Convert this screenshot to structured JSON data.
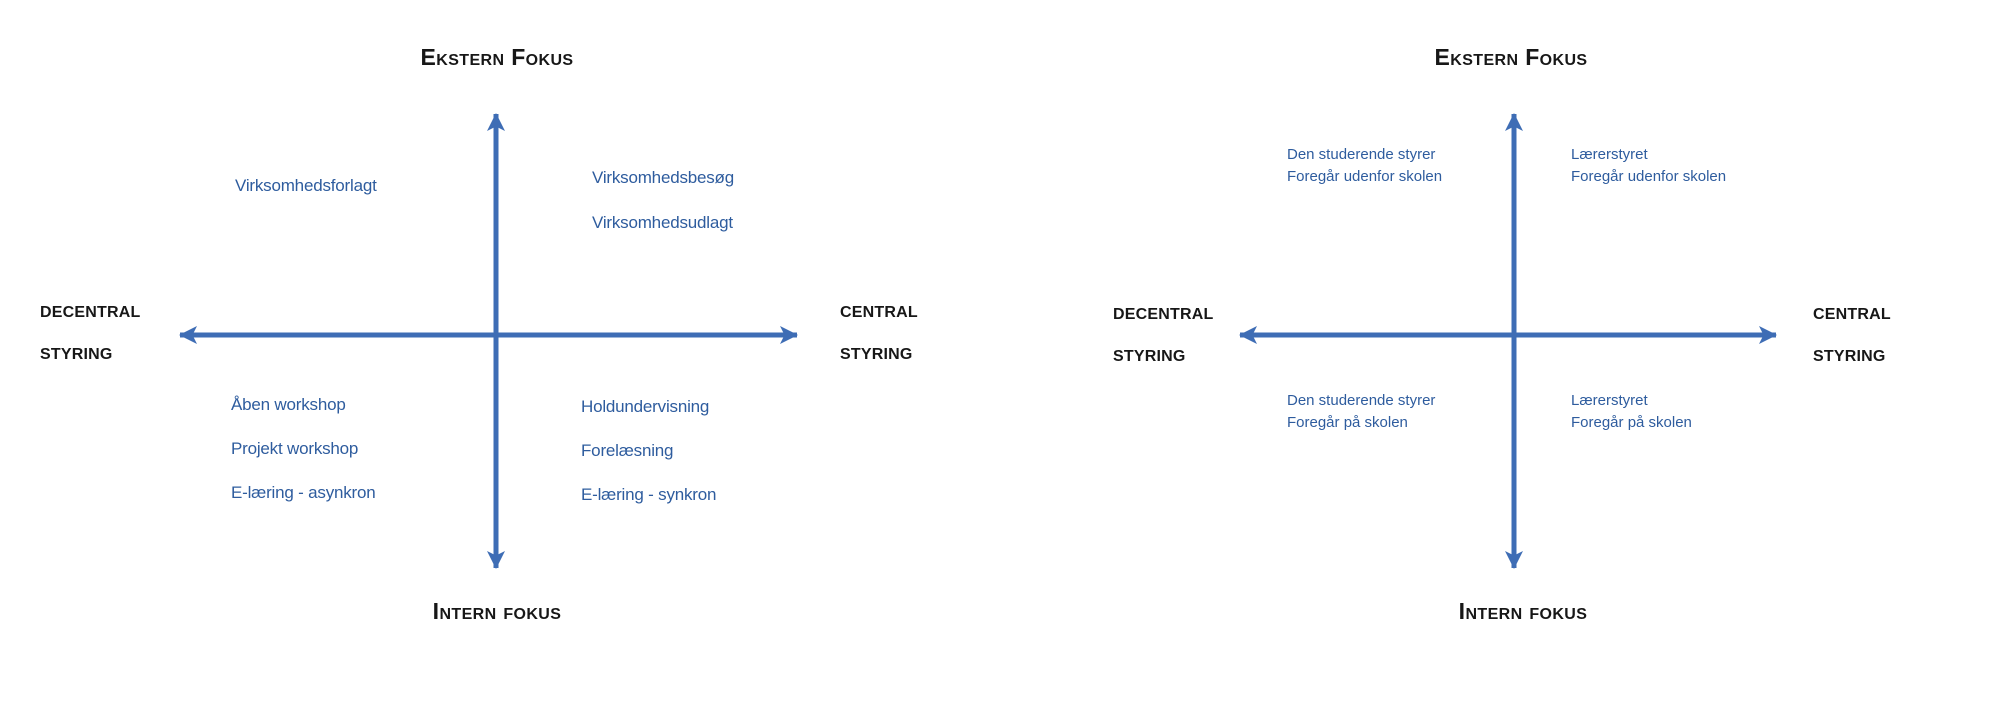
{
  "colors": {
    "arrow": "#3E6DB5",
    "quadrant_text": "#2E5C9E",
    "axis_text": "#171717",
    "background": "#ffffff"
  },
  "diagrams": [
    {
      "axis": {
        "top": "Ekstern Fokus",
        "bottom": "Intern fokus",
        "left": [
          "DECENTRAL",
          "STYRING"
        ],
        "right": [
          "CENTRAL",
          "STYRING"
        ]
      },
      "quadrants": {
        "top_left": [
          "Virksomhedsforlagt"
        ],
        "top_right": [
          "Virksomhedsbesøg",
          "Virksomhedsudlagt"
        ],
        "bottom_left": [
          "Åben workshop",
          "Projekt workshop",
          "E-læring - asynkron"
        ],
        "bottom_right": [
          "Holdundervisning",
          "Forelæsning",
          "E-læring - synkron"
        ]
      }
    },
    {
      "axis": {
        "top": "Ekstern Fokus",
        "bottom": "Intern fokus",
        "left": [
          "DECENTRAL",
          "STYRING"
        ],
        "right": [
          "CENTRAL",
          "STYRING"
        ]
      },
      "quadrants": {
        "top_left": [
          "Den studerende styrer",
          "Foregår udenfor skolen"
        ],
        "top_right": [
          "Lærerstyret",
          "Foregår udenfor skolen"
        ],
        "bottom_left": [
          "Den studerende styrer",
          "Foregår på skolen"
        ],
        "bottom_right": [
          "Lærerstyret",
          "Foregår på skolen"
        ]
      }
    }
  ]
}
